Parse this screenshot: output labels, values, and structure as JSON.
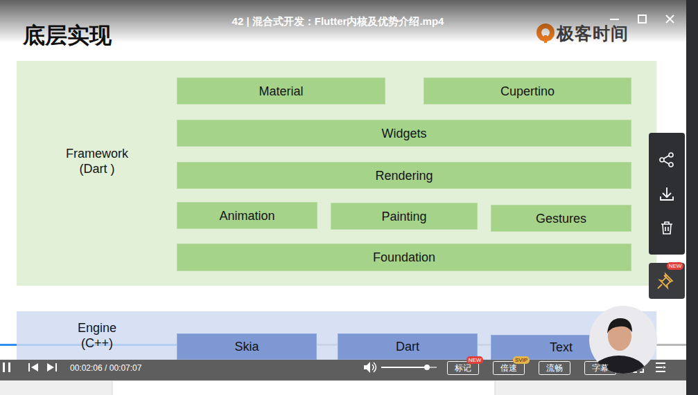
{
  "diagram": {
    "title": "底层实现",
    "nodes": [
      {
        "text": [
          "Framework (Dart )"
        ]
      },
      {
        "text": [
          "Material"
        ],
        "in": 0
      },
      {
        "text": [
          "Cupertino"
        ],
        "in": 0
      },
      {
        "text": [
          "Widgets"
        ],
        "in": 0
      },
      {
        "text": [
          "Rendering"
        ],
        "in": 0
      },
      {
        "text": [
          "Animation"
        ],
        "in": 0
      },
      {
        "text": [
          "Painting"
        ],
        "in": 0
      },
      {
        "text": [
          "Gestures"
        ],
        "in": 0
      },
      {
        "text": [
          "Foundation"
        ],
        "in": 0
      },
      {
        "text": [
          "Engine (C++)"
        ]
      },
      {
        "text": [
          "Skia"
        ],
        "in": 9
      },
      {
        "text": [
          "Dart"
        ],
        "in": 9
      },
      {
        "text": [
          "Text"
        ],
        "in": 9
      }
    ],
    "labels": [
      "42 | 混合式开发：Flutter内核及优势介绍.mp4",
      "极客时间",
      "00:02:06 / 00:07:07",
      "标记",
      "NEW",
      "倍速",
      "SVIP",
      "流畅",
      "字幕",
      "NEW"
    ]
  }
}
